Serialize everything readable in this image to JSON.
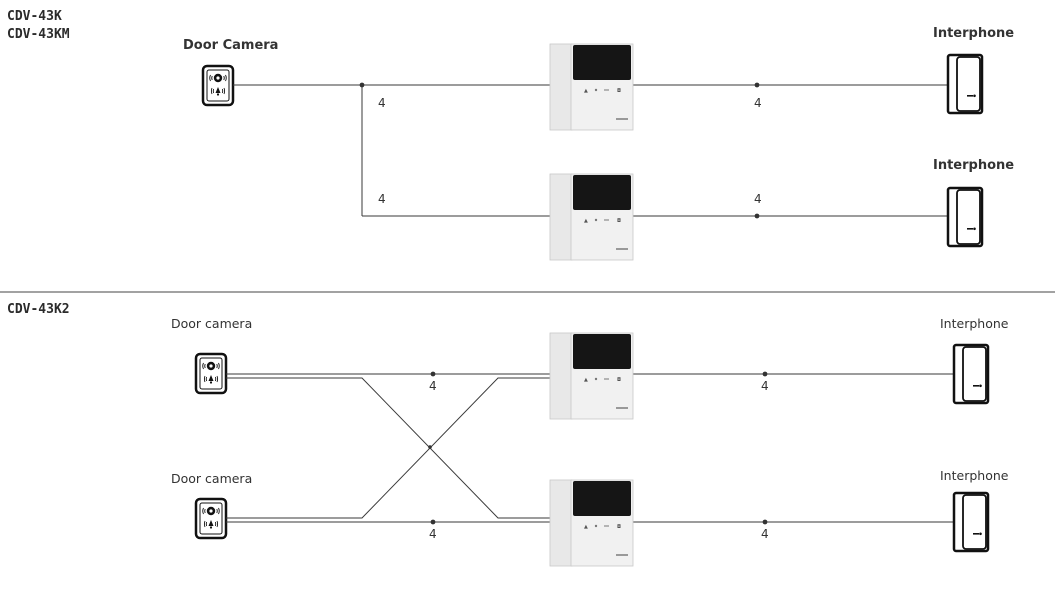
{
  "colors": {
    "wire": "#3a3a3a",
    "monitor_body": "#e6e6e6",
    "screen": "#151515",
    "divider": "#444444"
  },
  "top_section": {
    "models": [
      "CDV-43K",
      "CDV-43KM"
    ],
    "door_camera_label": "Door Camera",
    "interphone_labels": [
      "Interphone",
      "Interphone"
    ],
    "wire_counts": [
      "4",
      "4",
      "4",
      "4"
    ]
  },
  "bottom_section": {
    "model": "CDV-43K2",
    "door_camera_labels": [
      "Door camera",
      "Door camera"
    ],
    "interphone_labels": [
      "Interphone",
      "Interphone"
    ],
    "wire_counts": [
      "4",
      "4",
      "4",
      "4"
    ]
  },
  "icons": {
    "door_camera": "door-camera-icon",
    "monitor": "video-monitor-icon",
    "interphone": "interphone-handset-icon"
  }
}
